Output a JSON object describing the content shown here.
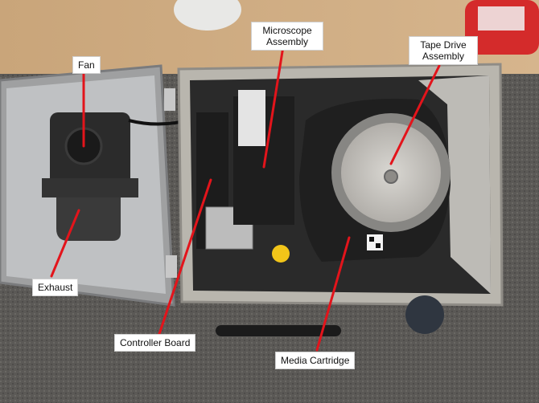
{
  "labels": {
    "fan": "Fan",
    "microscope_1": "Microscope",
    "microscope_2": "Assembly",
    "tape_1": "Tape Drive",
    "tape_2": "Assembly",
    "exhaust": "Exhaust",
    "controller": "Controller Board",
    "media": "Media Cartridge"
  },
  "colors": {
    "callout_line": "#e3141b",
    "label_bg": "#ffffff",
    "enclosure": "#b9b6ae",
    "interior": "#2a2a2a"
  }
}
